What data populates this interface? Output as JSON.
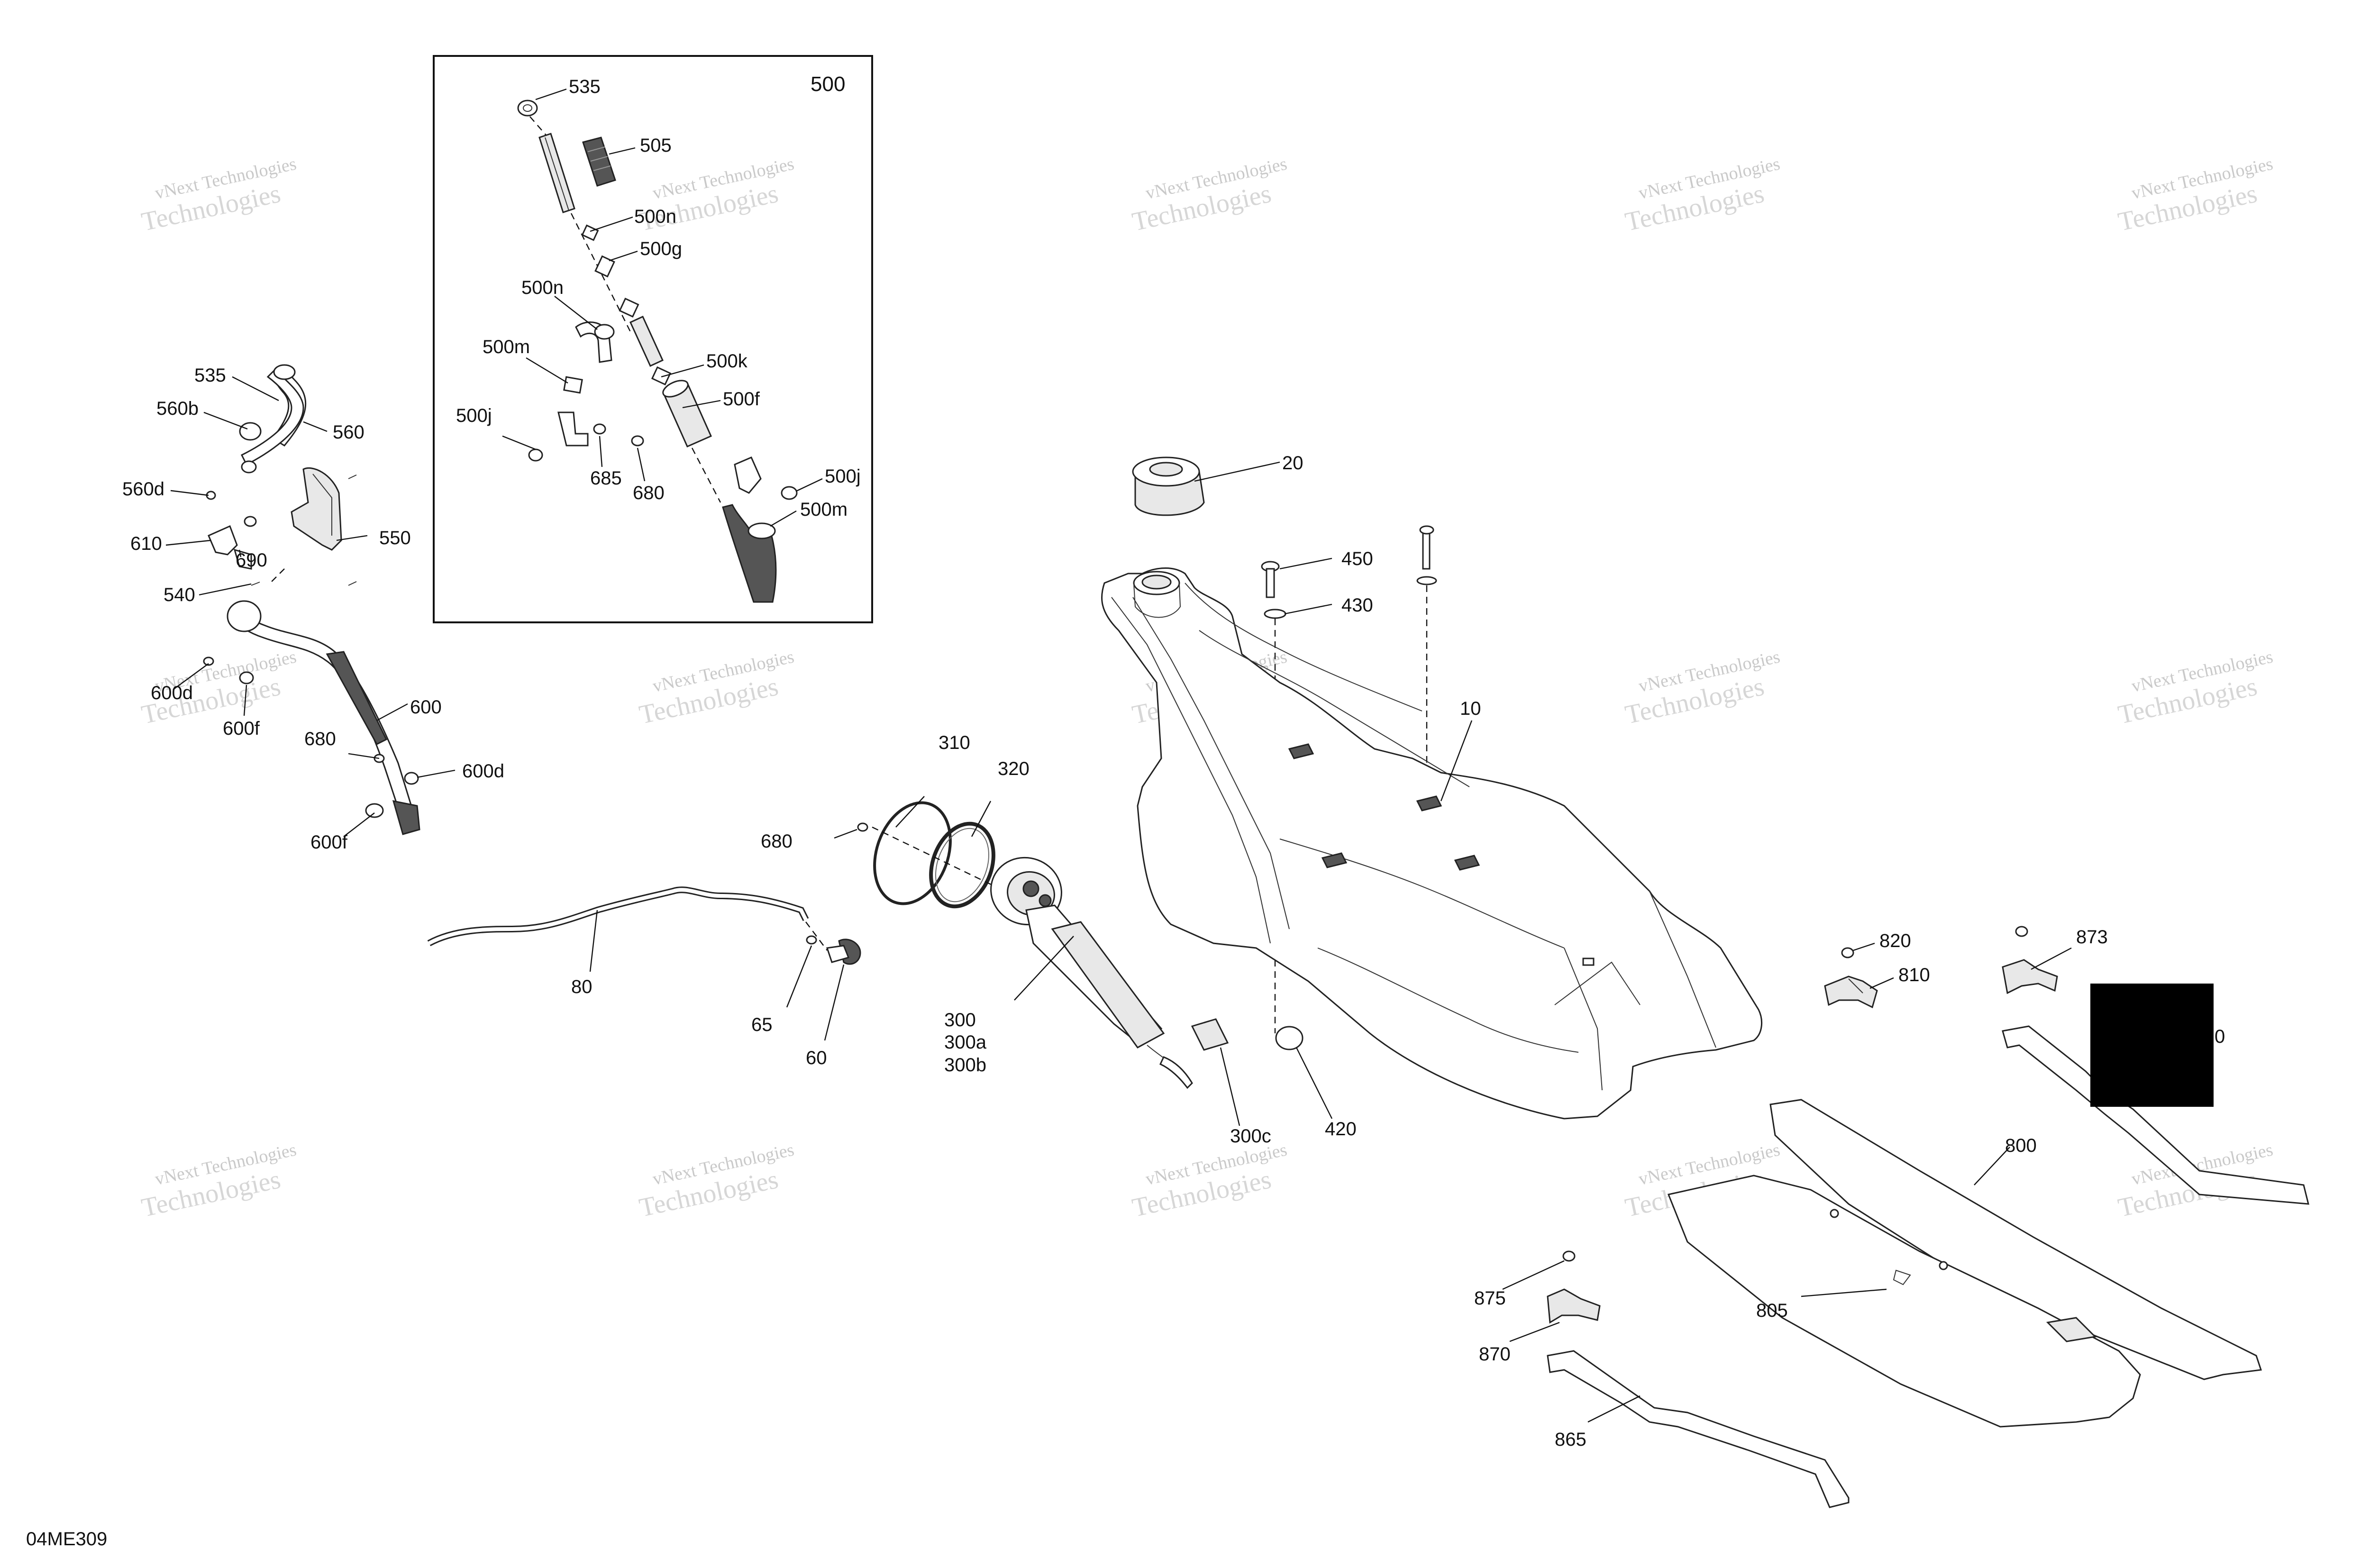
{
  "diagram_code": "04ME309",
  "watermark": {
    "line1": "vNext Technologies",
    "line2": "Technologies",
    "line3": "vNext"
  },
  "callouts": {
    "c10": "10",
    "c20": "20",
    "c60": "60",
    "c65": "65",
    "c80": "80",
    "c300": "300",
    "c300a": "300a",
    "c300b": "300b",
    "c300c": "300c",
    "c310": "310",
    "c320": "320",
    "c420": "420",
    "c430": "430",
    "c450": "450",
    "c535": "535",
    "c540": "540",
    "c550": "550",
    "c560": "560",
    "c560b": "560b",
    "c560d": "560d",
    "c600": "600",
    "c600d_a": "600d",
    "c600d_b": "600d",
    "c600f_a": "600f",
    "c600f_b": "600f",
    "c610": "610",
    "c680_a": "680",
    "c680_b": "680",
    "c690": "690",
    "c800": "800",
    "c805": "805",
    "c810": "810",
    "c820": "820",
    "c865": "865",
    "c870": "870",
    "c873": "873",
    "c875": "875",
    "c860_partial": "0"
  },
  "inset": {
    "title": "500",
    "labels": {
      "i535": "535",
      "i505": "505",
      "i500n_a": "500n",
      "i500g": "500g",
      "i500n_b": "500n",
      "i500m_a": "500m",
      "i500k": "500k",
      "i500j_a": "500j",
      "i500f": "500f",
      "i685": "685",
      "i680": "680",
      "i500j_b": "500j",
      "i500m_b": "500m"
    }
  }
}
